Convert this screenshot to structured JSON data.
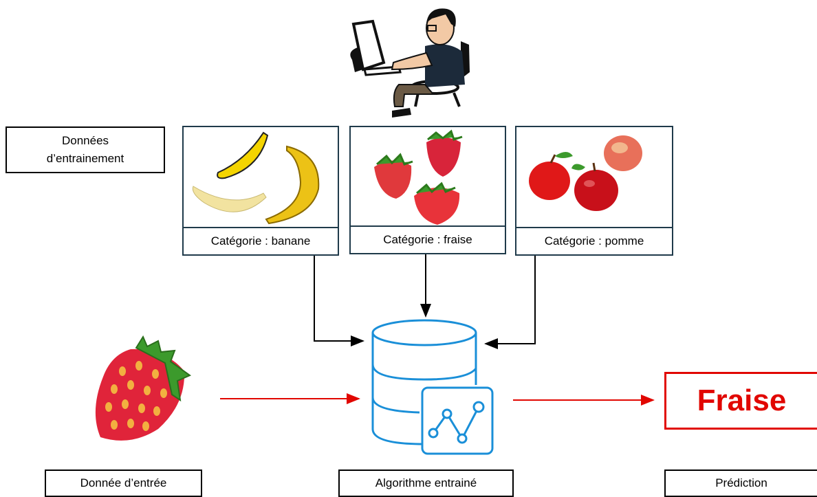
{
  "labels": {
    "training_data": "Données\nd’entrainement",
    "input_data": "Donnée d’entrée",
    "trained_algorithm": "Algorithme entrainé",
    "prediction": "Prédiction"
  },
  "categories": [
    {
      "label": "Catégorie : banane",
      "icon": "banana-icon"
    },
    {
      "label": "Catégorie : fraise",
      "icon": "strawberry-icon"
    },
    {
      "label": "Catégorie : pomme",
      "icon": "apple-icon"
    }
  ],
  "prediction_value": "Fraise",
  "colors": {
    "flow_arrow": "#000000",
    "inference_arrow": "#e10600",
    "prediction": "#e10600",
    "database": "#1a8fd8",
    "frame_border": "#1f3a4a"
  },
  "icons": [
    "person-at-computer-icon",
    "strawberry-icon",
    "database-chart-icon"
  ]
}
